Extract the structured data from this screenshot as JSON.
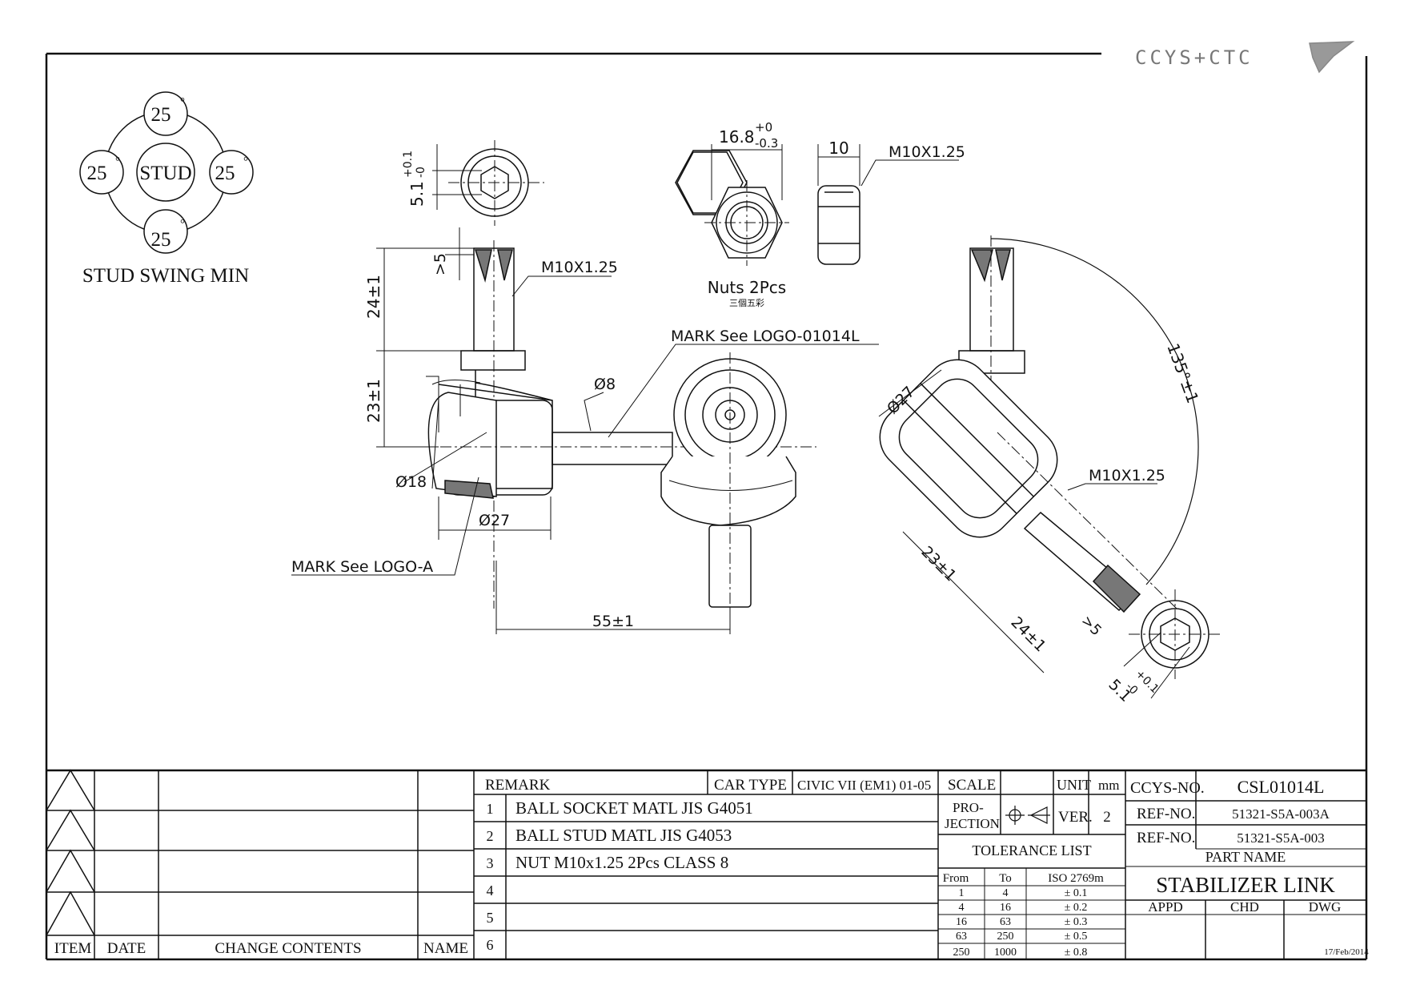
{
  "brand": {
    "text": "CCYS+CTC"
  },
  "swing": {
    "title": "STUD SWING MIN",
    "center": "STUD",
    "top": "25",
    "left": "25",
    "right": "25",
    "bottom": "25",
    "deg": "°"
  },
  "dims": {
    "hex_top_a": "5.1",
    "hex_top_b": "+0.1",
    "hex_top_c": "-0",
    "gt5_left": ">5",
    "thread_left": "M10X1.25",
    "len24_left": "24±1",
    "len23_left": "23±1",
    "dia8": "Ø8",
    "dia18": "Ø18",
    "dia27_left": "Ø27",
    "len55": "55±1",
    "mark_logo_a": "MARK See LOGO-A",
    "mark_logo_01014l": "MARK See LOGO-01014L",
    "nut_width": "16.8",
    "nut_tol_upper": "+0",
    "nut_tol_lower": "-0.3",
    "nut_thick": "10",
    "nut_thread": "M10X1.25",
    "nuts_label": "Nuts 2Pcs",
    "nuts_sub": "三個五彩",
    "angle": "135°±1",
    "dia27_right": "Ø27",
    "thread_right": "M10X1.25",
    "len23_right": "23±1",
    "len24_right": "24±1",
    "gt5_right": ">5",
    "hex_bot_a": "5.1",
    "hex_bot_b": "+0.1",
    "hex_bot_c": "-0"
  },
  "title_block": {
    "rev_headers": [
      "ITEM",
      "DATE",
      "CHANGE CONTENTS",
      "NAME"
    ],
    "remark_label": "REMARK",
    "car_type_label": "CAR TYPE",
    "car_type_value": "CIVIC VII (EM1) 01-05",
    "remarks": [
      {
        "no": "1",
        "text": "BALL SOCKET MATL JIS G4051"
      },
      {
        "no": "2",
        "text": "BALL STUD MATL JIS G4053"
      },
      {
        "no": "3",
        "text": "NUT M10x1.25 2Pcs CLASS 8"
      },
      {
        "no": "4",
        "text": ""
      },
      {
        "no": "5",
        "text": ""
      },
      {
        "no": "6",
        "text": ""
      }
    ],
    "scale_label": "SCALE",
    "unit_label": "UNIT",
    "unit_value": "mm",
    "projection_line1": "PRO-",
    "projection_line2": "JECTION",
    "ver_label": "VER.",
    "ver_value": "2",
    "tolerance_title": "TOLERANCE LIST",
    "tol_headers": [
      "From",
      "To",
      "ISO 2769m"
    ],
    "tol_rows": [
      [
        "1",
        "4",
        "± 0.1"
      ],
      [
        "4",
        "16",
        "± 0.2"
      ],
      [
        "16",
        "63",
        "± 0.3"
      ],
      [
        "63",
        "250",
        "± 0.5"
      ],
      [
        "250",
        "1000",
        "± 0.8"
      ]
    ],
    "ccys_no_label": "CCYS-NO.",
    "ccys_no_value": "CSL01014L",
    "ref1_label": "REF-NO.",
    "ref1_value": "51321-S5A-003A",
    "ref2_label": "REF-NO.",
    "ref2_value": "51321-S5A-003",
    "part_name_label": "PART NAME",
    "part_name_value": "STABILIZER LINK",
    "appd_label": "APPD",
    "chd_label": "CHD",
    "dwg_label": "DWG",
    "date_value": "17/Feb/2014"
  }
}
